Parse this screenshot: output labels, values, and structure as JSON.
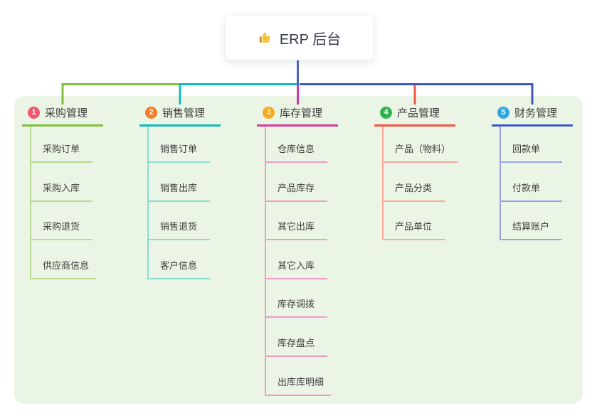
{
  "root": {
    "label": "ERP 后台",
    "icon": "thumbs-up",
    "stem_color": "#5261c8"
  },
  "panel_color": "#ebf5e6",
  "branches": [
    {
      "index": "1",
      "label": "采购管理",
      "badge_color": "#f4566e",
      "line_color": "#82bf3e",
      "light_color": "#b7db92",
      "children": [
        "采购订单",
        "采购入库",
        "采购退货",
        "供应商信息"
      ]
    },
    {
      "index": "2",
      "label": "销售管理",
      "badge_color": "#f57c2a",
      "line_color": "#10b9c3",
      "light_color": "#8adcd3",
      "children": [
        "销售订单",
        "销售出库",
        "销售退货",
        "客户信息"
      ]
    },
    {
      "index": "3",
      "label": "库存管理",
      "badge_color": "#f8a81f",
      "line_color": "#d63a9e",
      "light_color": "#f19cc7",
      "children": [
        "仓库信息",
        "产品库存",
        "其它出库",
        "其它入库",
        "库存调拨",
        "库存盘点",
        "出库库明细"
      ]
    },
    {
      "index": "4",
      "label": "产品管理",
      "badge_color": "#2db44d",
      "line_color": "#f05545",
      "light_color": "#f6a89f",
      "children": [
        "产品（物料）",
        "产品分类",
        "产品单位"
      ]
    },
    {
      "index": "5",
      "label": "财务管理",
      "badge_color": "#30a6e0",
      "line_color": "#3f57c5",
      "light_color": "#99a5e0",
      "children": [
        "回款单",
        "付款单",
        "结算账户"
      ]
    }
  ]
}
